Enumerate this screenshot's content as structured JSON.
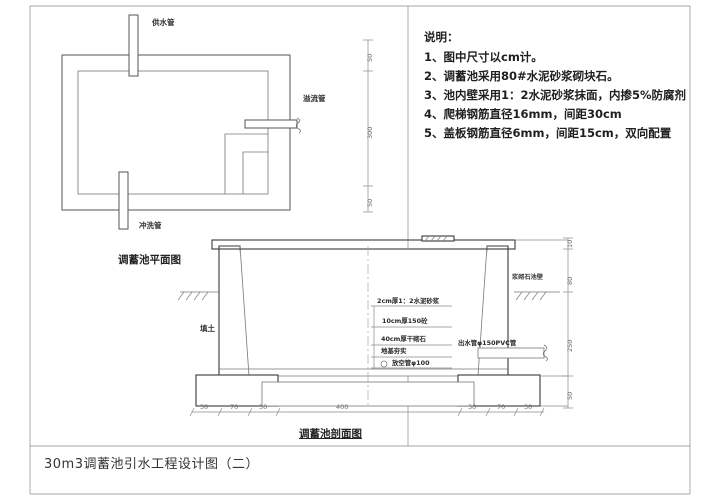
{
  "sheet": {
    "main_title": "30m3调蓄池引水工程设计图（二）"
  },
  "notes": {
    "heading": "说明：",
    "items": [
      "1、图中尺寸以cm计。",
      "2、调蓄池采用80#水泥砂浆砌块石。",
      "3、池内壁采用1：2水泥砂浆抹面，内掺5%防腐剂",
      "4、爬梯钢筋直径16mm，间距30cm",
      "5、盖板钢筋直径6mm，间距15cm，双向配置"
    ]
  },
  "plan_view": {
    "title": "调蓄池平面图",
    "labels": {
      "supply_pipe": "供水管",
      "overflow_pipe": "溢流管",
      "flush_pipe": "冲洗管"
    },
    "dimensions_vertical": [
      "50",
      "300",
      "50"
    ]
  },
  "section_view": {
    "title": "调蓄池剖面图",
    "labels": {
      "fill_soil": "填土",
      "wall": "浆砌石池壁",
      "outlet_pipe": "出水管φ150PVC管"
    },
    "layer_callouts": [
      "2cm厚1：2水泥砂浆",
      "10cm厚150砼",
      "40cm厚干砌石",
      "地基夯实",
      "放空管φ100"
    ],
    "dimensions_bottom": [
      "30",
      "70",
      "30",
      "400",
      "30",
      "70",
      "30"
    ],
    "dimensions_right": [
      "10",
      "80",
      "250",
      "50"
    ]
  },
  "colors": {
    "line": "#555555",
    "text": "#2b2b2b",
    "dim": "#8a8a8a",
    "background": "#ffffff"
  }
}
